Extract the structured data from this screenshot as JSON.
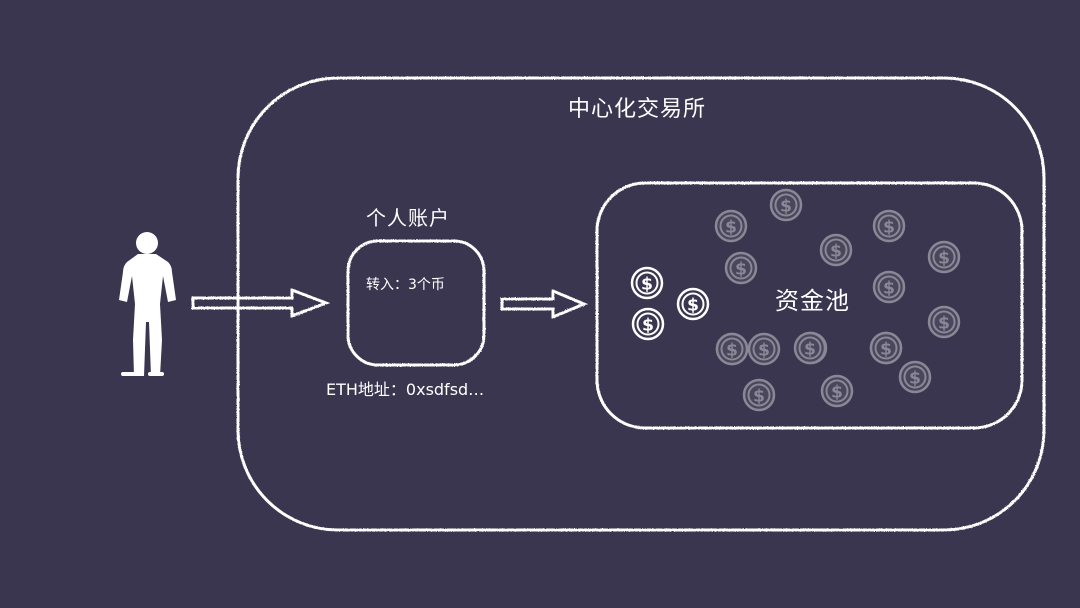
{
  "exchange": {
    "title": "中心化交易所"
  },
  "account": {
    "title": "个人账户",
    "deposit_text": "转入：3个币",
    "address_text": "ETH地址：0xsdfsd…"
  },
  "pool": {
    "title": "资金池"
  },
  "colors": {
    "background": "#3b3650",
    "chalk": "#ffffff",
    "coin_pool": "#8a8796",
    "coin_pool_fill": "#4a465c",
    "coin_user": "#ffffff"
  },
  "icons": {
    "person": "person-silhouette-icon",
    "coin": "dollar-coin-icon",
    "arrow": "arrow-right-icon"
  },
  "coins": {
    "incoming_count": 3,
    "pool_count": 18
  }
}
